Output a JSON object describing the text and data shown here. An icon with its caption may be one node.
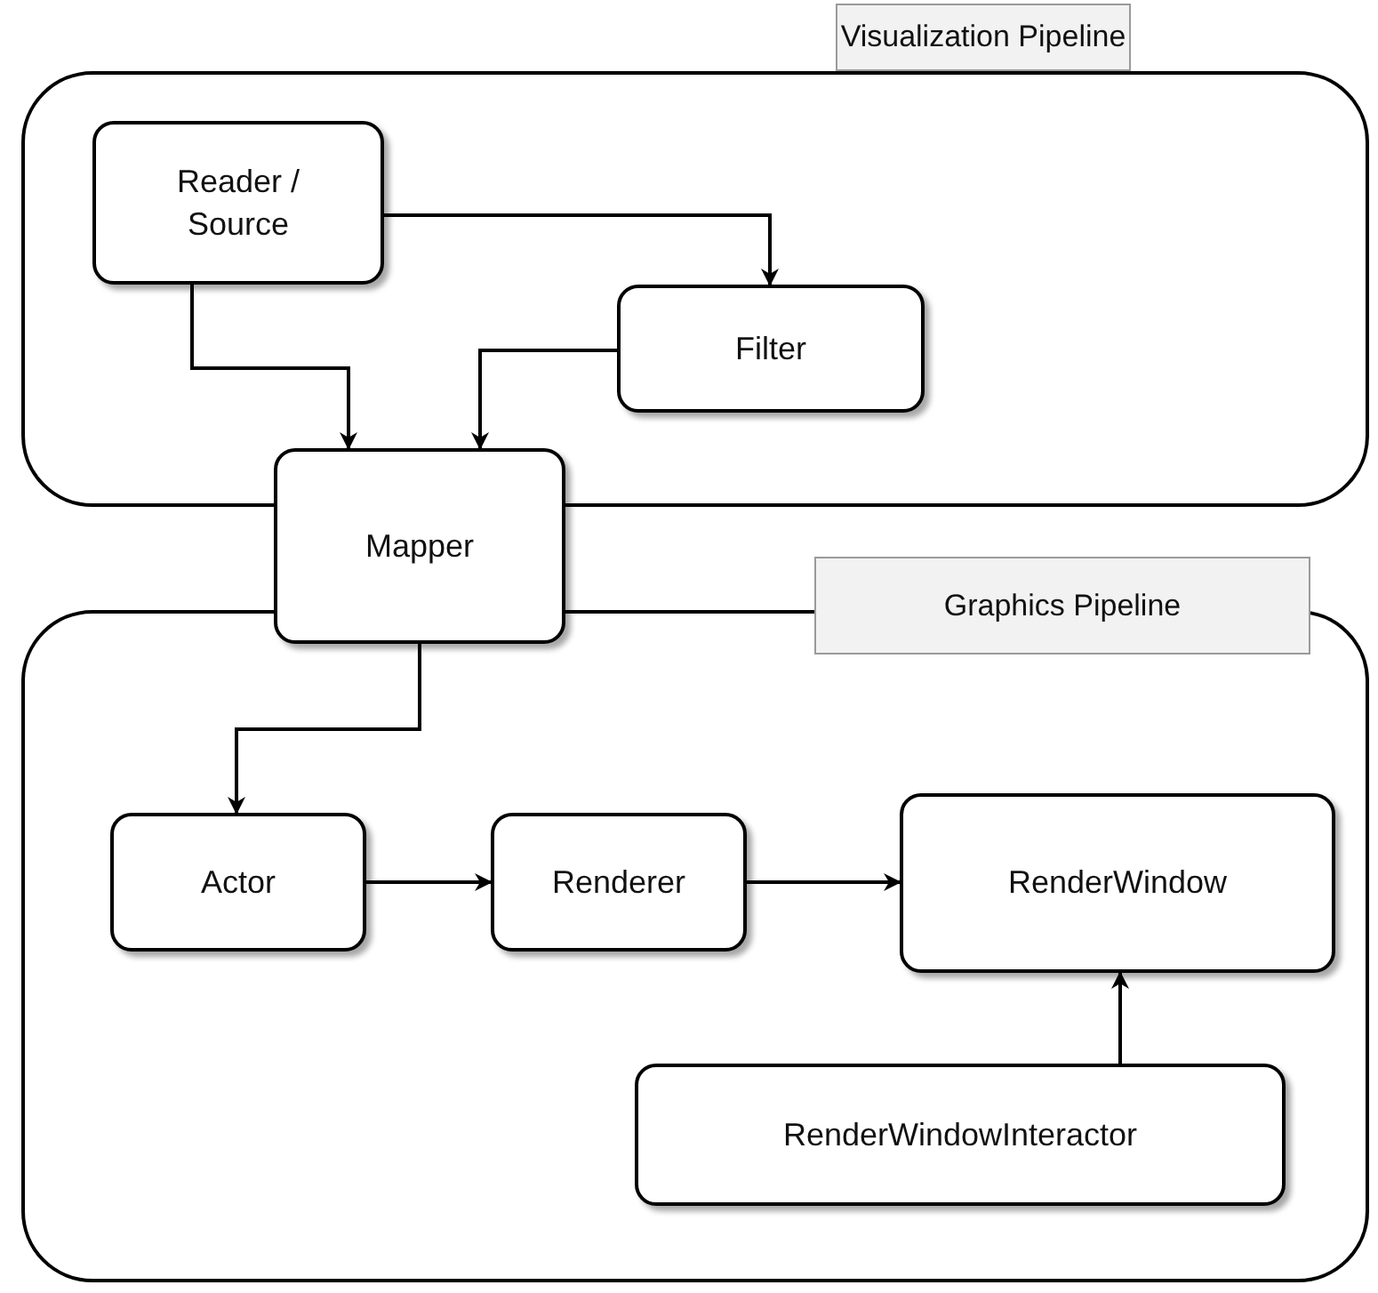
{
  "diagram": {
    "nodes": [
      {
        "text": [
          "Visualization Pipeline"
        ]
      },
      {
        "text": [
          "Reader / Source"
        ],
        "in": 0
      },
      {
        "text": [
          "Filter"
        ],
        "in": 0
      },
      {
        "text": [
          "Mapper"
        ]
      },
      {
        "text": [
          "Graphics Pipeline"
        ]
      },
      {
        "text": [
          "Actor"
        ],
        "in": 4
      },
      {
        "text": [
          "Renderer"
        ],
        "in": 4
      },
      {
        "text": [
          "RenderWindow"
        ],
        "in": 4
      },
      {
        "text": [
          "RenderWindowInteractor"
        ],
        "in": 4
      }
    ],
    "edges": [
      {
        "from": 1,
        "to": 2,
        "arrow": "to"
      },
      {
        "from": 1,
        "to": 3,
        "arrow": "to"
      },
      {
        "from": 2,
        "to": 3,
        "arrow": "to"
      },
      {
        "from": 3,
        "to": 5,
        "arrow": "to"
      },
      {
        "from": 5,
        "to": 6,
        "arrow": "to"
      },
      {
        "from": 6,
        "to": 7,
        "arrow": "to"
      },
      {
        "from": 8,
        "to": 7,
        "arrow": "to"
      }
    ]
  }
}
